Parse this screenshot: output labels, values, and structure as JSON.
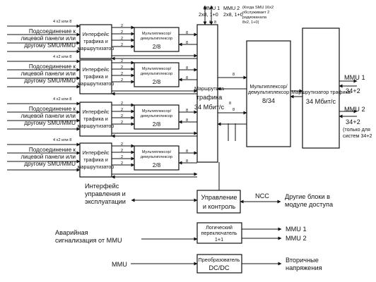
{
  "branches": [
    {
      "bus": "4 x2 или 8",
      "ext": [
        "Подсоединение к",
        "лицевой панели или",
        "другому SMU/MMU"
      ],
      "iface": [
        "Интерфейс",
        "трафика и",
        "маршрутизатор"
      ],
      "mux": [
        "Мультиплексор/",
        "демультиплексор",
        "2/8"
      ],
      "nums": [
        "2",
        "2",
        "2",
        "2",
        "8",
        "8"
      ]
    },
    {
      "bus": "4 x2 или 8",
      "ext": [
        "Подсоединение к",
        "лицевой панели или",
        "другому SMU/MMU"
      ],
      "iface": [
        "Интерфейс",
        "трафика и",
        "маршрутизатор"
      ],
      "mux": [
        "Мультиплексор/",
        "демультиплексор",
        "2/8"
      ],
      "nums": [
        "2",
        "2",
        "2",
        "2",
        "8",
        "8"
      ]
    },
    {
      "bus": "4 x2 или 8",
      "ext": [
        "Подсоединение к",
        "лицевой панели или",
        "другому SMU/MMU"
      ],
      "iface": [
        "Интерфейс",
        "трафика и",
        "маршрутизатор"
      ],
      "mux": [
        "Мультиплексор/",
        "демультиплексор",
        "2/8"
      ],
      "nums": [
        "2",
        "2",
        "2",
        "2",
        "8",
        "8"
      ]
    },
    {
      "bus": "4 x2 или 8",
      "ext": [
        "Подсоединение к",
        "лицевой панели или",
        "другому SMU/MMU"
      ],
      "iface": [
        "Интерфейс",
        "трафика и",
        "маршрутизатор"
      ],
      "mux": [
        "Мультиплексор/",
        "демультиплексор",
        "2/8"
      ],
      "nums": [
        "2",
        "2",
        "2",
        "2",
        "8",
        "8"
      ]
    }
  ],
  "mmu_top": {
    "mmu1": [
      "MMU 1",
      "2x8, 1+0"
    ],
    "mmu2": [
      "MMU 2",
      "2x8, 1+0"
    ],
    "note": [
      "(Когда SMU 16x2",
      "обслуживает 2",
      "радиоканала",
      "8x2, 1+0)"
    ],
    "n1": "8",
    "n2": "8"
  },
  "router1": [
    "Маршрутиза",
    "трафика",
    "34 Мбит/с"
  ],
  "mux8_34": [
    "Мультиплексор/",
    "демультиплексор",
    "8/34"
  ],
  "link_nums": {
    "a": "8",
    "b": "8",
    "c": "8"
  },
  "router2": [
    "Маршрутизатор трафика",
    "34 Мбит/с"
  ],
  "out_mmu1": [
    "MMU 1",
    "34+2"
  ],
  "out_mmu2": [
    "MMU 2",
    "34+2",
    "(только для",
    "систем 34+2"
  ],
  "mgmt": {
    "left": [
      "Интерфейс",
      "управления и",
      "эксплуатации"
    ],
    "box": [
      "Управление",
      "и контроль"
    ],
    "ncc": "NCC",
    "right": [
      "Другие блоки в",
      "модуле доступа"
    ]
  },
  "alarm": {
    "left": [
      "Аварийная",
      "сигнализация от MMU"
    ],
    "box": [
      "Логический",
      "переключатель",
      "1+1"
    ],
    "out1": "MMU 1",
    "out2": "MMU 2"
  },
  "dcdc": {
    "left": "MMU",
    "box": [
      "Преобразователь",
      "DC/DC"
    ],
    "right": [
      "Вторичные",
      "напряжения"
    ]
  }
}
